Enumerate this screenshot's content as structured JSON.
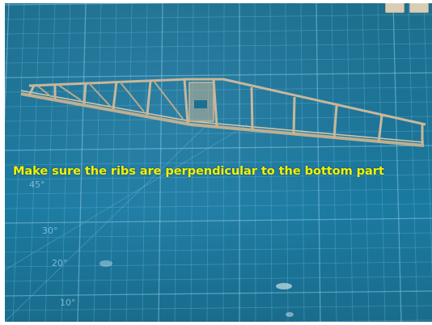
{
  "photo": {
    "caption": "Make sure the ribs are perpendicular to the bottom part",
    "mat_angle_labels": [
      "45°",
      "30°",
      "20°",
      "10°"
    ],
    "colors": {
      "caption": "#f3f000",
      "mat": "#1b7aa0",
      "balsa": "#c9b79a"
    }
  }
}
